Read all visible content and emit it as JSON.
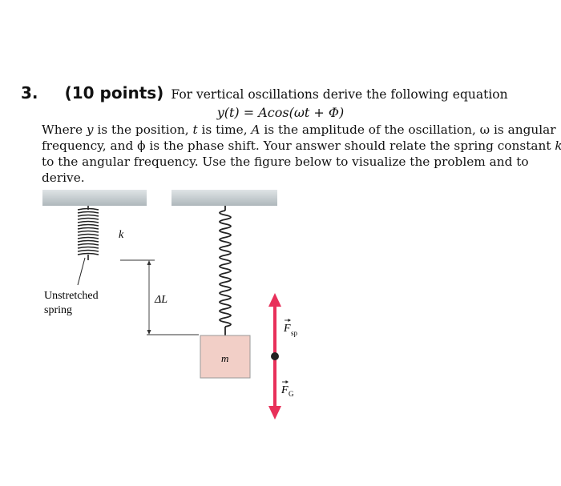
{
  "question": {
    "number": "3.",
    "points": "(10 points)",
    "intro": "For vertical oscillations derive the following equation",
    "equation": "y(t) = Acos(ωt + Φ)",
    "body": {
      "line1_pre": "Where ",
      "var_y": "y",
      "line1_a": " is the position, ",
      "var_t": "t",
      "line1_b": " is time, ",
      "var_A": "A",
      "line1_c": " is the amplitude of the oscillation, ω is angular",
      "line2": "frequency, and ϕ is the phase shift. Your answer should relate the spring constant ",
      "var_k": "k",
      "line3": "to the angular frequency. Use the figure below to visualize the problem and to",
      "line4": "derive."
    }
  },
  "figure": {
    "spring_constant_label": "k",
    "unstretched_label_line1": "Unstretched",
    "unstretched_label_line2": "spring",
    "stretch_label": "ΔL",
    "mass_label": "m",
    "force_spring_label": "F",
    "force_spring_sub": "sp",
    "force_gravity_label": "F",
    "force_gravity_sub": "G",
    "arrow_color": "#e8305a",
    "mass_fill": "#f2cfc7",
    "ceiling_color": "#c9d0d3"
  }
}
